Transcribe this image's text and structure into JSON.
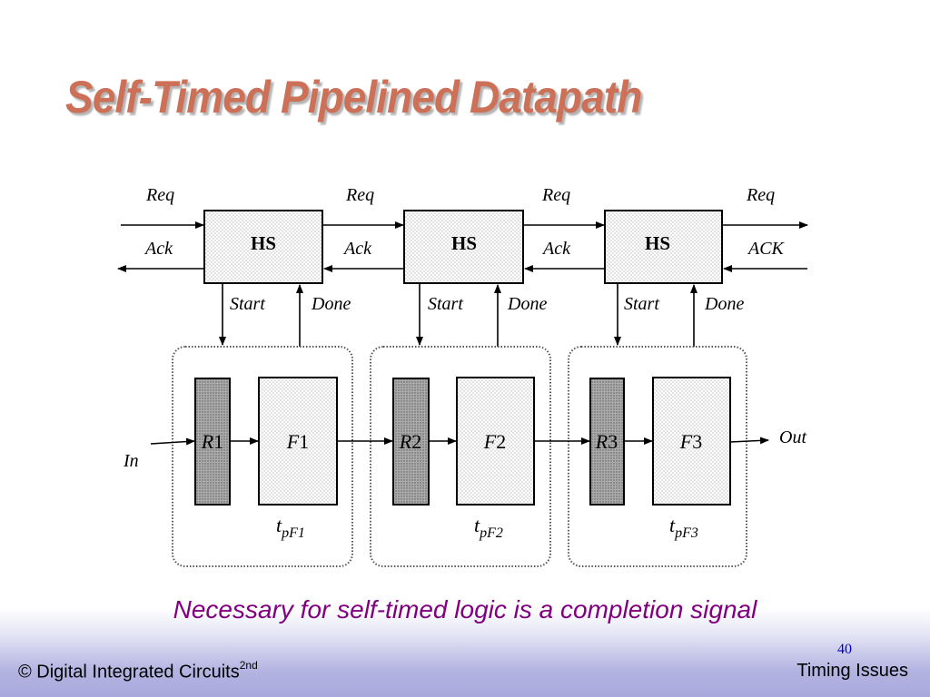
{
  "slide": {
    "title": "Self-Timed Pipelined Datapath",
    "caption": "Necessary for self-timed logic is a completion signal"
  },
  "diagram": {
    "handshake": {
      "block_label": "HS",
      "req_labels": [
        "Req",
        "Req",
        "Req",
        "Req"
      ],
      "ack_labels": [
        "Ack",
        "Ack",
        "Ack",
        "ACK"
      ],
      "start_label": "Start",
      "done_label": "Done"
    },
    "stages": [
      {
        "reg": "R",
        "reg_num": "1",
        "func": "F",
        "func_num": "1",
        "delay_t": "t",
        "delay_sub": "pF1"
      },
      {
        "reg": "R",
        "reg_num": "2",
        "func": "F",
        "func_num": "2",
        "delay_t": "t",
        "delay_sub": "pF2"
      },
      {
        "reg": "R",
        "reg_num": "3",
        "func": "F",
        "func_num": "3",
        "delay_t": "t",
        "delay_sub": "pF3"
      }
    ],
    "input_label": "In",
    "output_label": "Out"
  },
  "footer": {
    "copyright": "© Digital Integrated Circuits",
    "copyright_sup": "2nd",
    "page_number": "40",
    "section": "Timing Issues"
  },
  "colors": {
    "title": "#cd7058",
    "caption": "#800080",
    "footer_gradient_end": "#a8a8dc",
    "page_number": "#0000cc"
  }
}
